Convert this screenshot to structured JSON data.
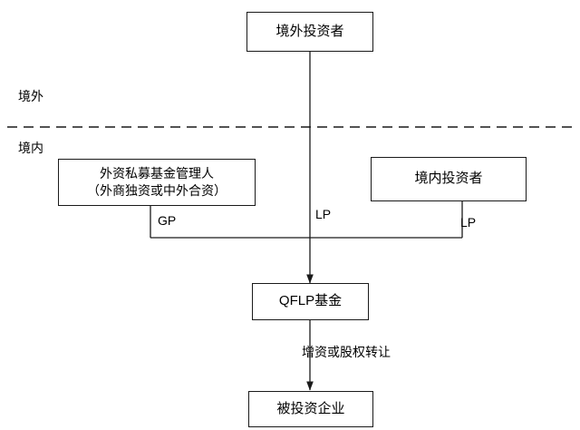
{
  "diagram": {
    "title_nodes": {
      "offshore_investor": "境外投资者",
      "foreign_fund_manager": "外资私募基金管理人\n（外商独资或中外合资）",
      "domestic_investor": "境内投资者",
      "qflp_fund": "QFLP基金",
      "invested_company": "被投资企业"
    },
    "zone_labels": {
      "offshore": "境外",
      "onshore": "境内"
    },
    "edge_labels": {
      "gp": "GP",
      "lp_center": "LP",
      "lp_right": "LP",
      "capital_increase": "增资或股权转让"
    },
    "style": {
      "line_color": "#1a1a1a",
      "border_color": "#1a1a1a",
      "background": "#ffffff",
      "divider": "dashed"
    }
  }
}
